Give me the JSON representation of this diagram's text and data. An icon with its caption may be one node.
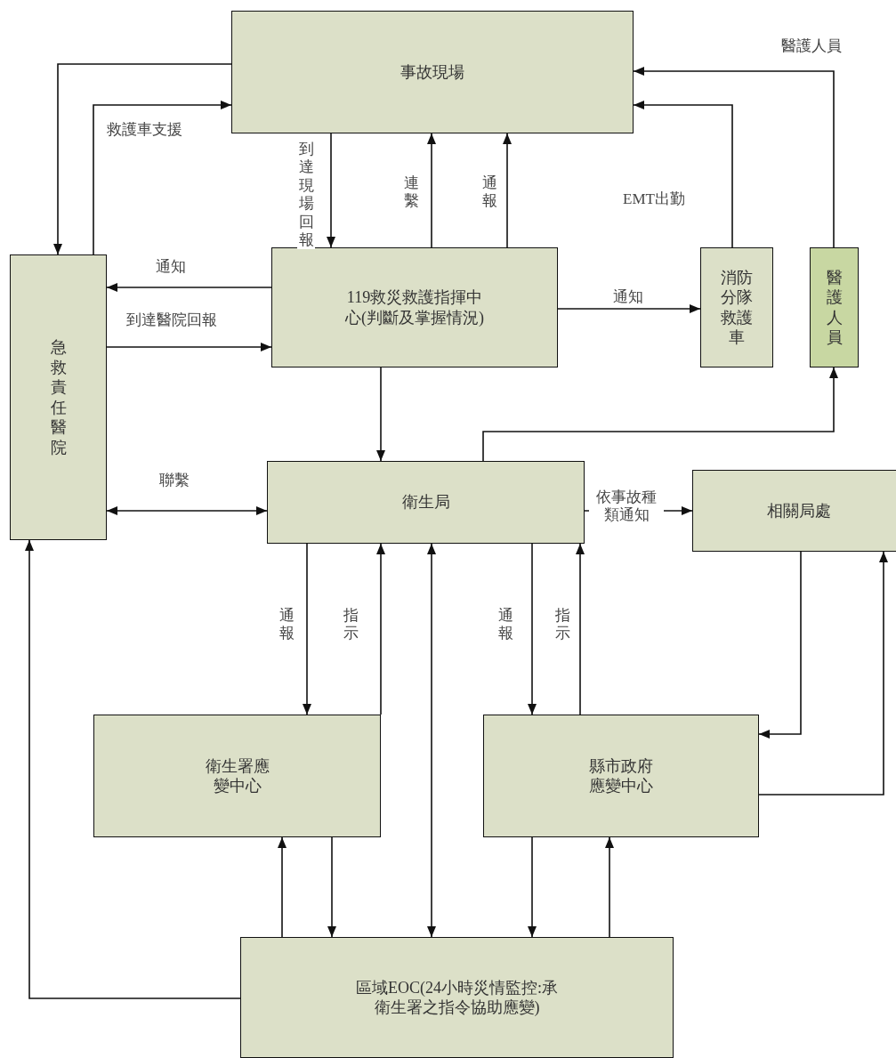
{
  "diagram": {
    "nodes": [
      {
        "text": [
          "事故現場"
        ]
      },
      {
        "text": [
          "119救災救護指揮中心(判斷及掌握情況)"
        ]
      },
      {
        "text": [
          "急救責任醫院"
        ]
      },
      {
        "text": [
          "消防分隊救護車"
        ]
      },
      {
        "text": [
          "醫護人員"
        ]
      },
      {
        "text": [
          "衛生局"
        ]
      },
      {
        "text": [
          "相關局處"
        ]
      },
      {
        "text": [
          "衛生署應變中心"
        ]
      },
      {
        "text": [
          "縣市政府應變中心"
        ]
      },
      {
        "text": [
          "區域EOC(24小時災情監控:承衛生署之指令協助應變)"
        ]
      }
    ],
    "edges": [
      {
        "from": 0,
        "to": 2,
        "arrow": "to"
      },
      {
        "from": 2,
        "to": 0,
        "arrow": "to",
        "label": "救護車支援"
      },
      {
        "from": 0,
        "to": 1,
        "arrow": "to",
        "label": "到達現場回報"
      },
      {
        "from": 1,
        "to": 0,
        "arrow": "to",
        "label": "連繫"
      },
      {
        "from": 1,
        "to": 0,
        "arrow": "to",
        "label": "通報"
      },
      {
        "from": 3,
        "to": 0,
        "arrow": "to",
        "label": "EMT出勤"
      },
      {
        "from": 4,
        "to": 0,
        "arrow": "to",
        "label": "醫護人員"
      },
      {
        "from": 1,
        "to": 2,
        "arrow": "to",
        "label": "通知"
      },
      {
        "from": 2,
        "to": 1,
        "arrow": "to",
        "label": "到達醫院回報"
      },
      {
        "from": 1,
        "to": 3,
        "arrow": "to",
        "label": "通知"
      },
      {
        "from": 1,
        "to": 5,
        "arrow": "to"
      },
      {
        "from": 5,
        "to": 4,
        "arrow": "to"
      },
      {
        "from": 2,
        "to": 5,
        "arrow": "both",
        "label": "聯繫"
      },
      {
        "from": 5,
        "to": 6,
        "arrow": "to",
        "label": "依事故種類通知"
      },
      {
        "from": 5,
        "to": 7,
        "arrow": "to",
        "label": "通報"
      },
      {
        "from": 7,
        "to": 5,
        "arrow": "to",
        "label": "指示"
      },
      {
        "from": 5,
        "to": 9,
        "arrow": "both"
      },
      {
        "from": 5,
        "to": 8,
        "arrow": "to",
        "label": "通報"
      },
      {
        "from": 8,
        "to": 5,
        "arrow": "to",
        "label": "指示"
      },
      {
        "from": 6,
        "to": 8,
        "arrow": "to"
      },
      {
        "from": 8,
        "to": 6,
        "arrow": "to"
      },
      {
        "from": 7,
        "to": 9,
        "arrow": "to"
      },
      {
        "from": 9,
        "to": 7,
        "arrow": "to"
      },
      {
        "from": 8,
        "to": 9,
        "arrow": "to"
      },
      {
        "from": 9,
        "to": 8,
        "arrow": "to"
      },
      {
        "from": 9,
        "to": 2,
        "arrow": "to"
      }
    ]
  }
}
